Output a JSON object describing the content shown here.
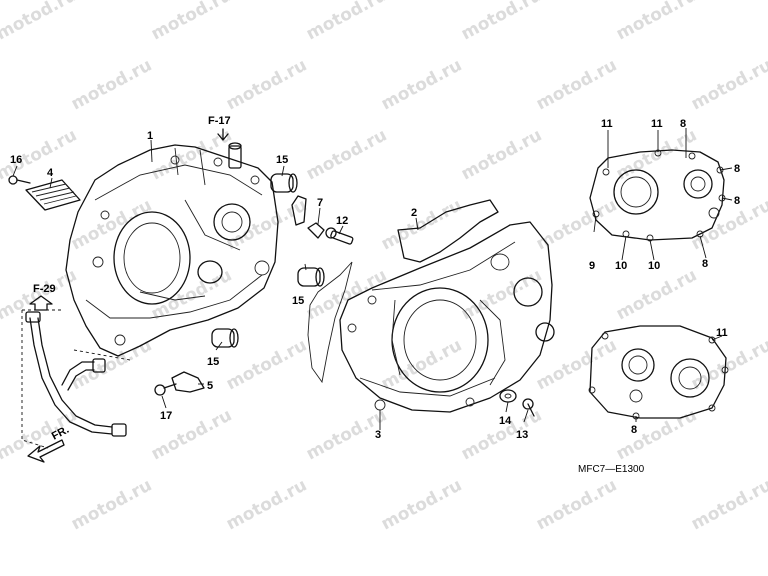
{
  "watermark": {
    "text": "motod.ru"
  },
  "references": {
    "f17": "F-17",
    "f29": "F-29",
    "front": "FR."
  },
  "callouts": {
    "c1": "1",
    "c2": "2",
    "c3": "3",
    "c4": "4",
    "c5": "5",
    "c7": "7",
    "c9": "9",
    "c12": "12",
    "c13": "13",
    "c14": "14",
    "c15a": "15",
    "c15b": "15",
    "c15c": "15",
    "c16": "16",
    "c17": "17",
    "c11a": "11",
    "c11b": "11",
    "c11c": "11",
    "c8a": "8",
    "c8b": "8",
    "c8c": "8",
    "c8d": "8",
    "c8e": "8",
    "c10a": "10",
    "c10b": "10"
  },
  "diagram_code": "MFC7—E1300"
}
